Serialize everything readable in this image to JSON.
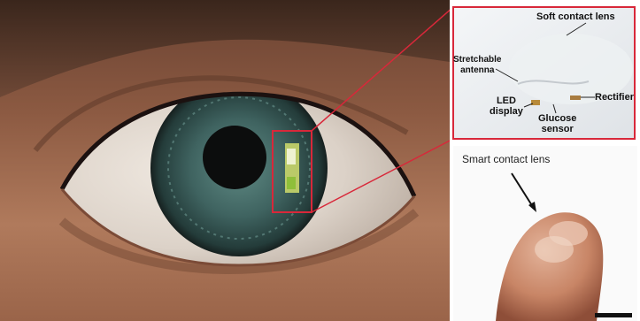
{
  "inset_labels": {
    "soft_contact_lens": "Soft contact lens",
    "stretchable_antenna_line1": "Stretchable",
    "stretchable_antenna_line2": "antenna",
    "led_display_line1": "LED",
    "led_display_line2": "display",
    "rectifier": "Rectifier",
    "glucose_sensor_line1": "Glucose",
    "glucose_sensor_line2": "sensor"
  },
  "photo_label": "Smart contact lens",
  "colors": {
    "highlight_box": "#d8283a",
    "iris": "#3f6360",
    "skin": "#a06a4c",
    "inset_background": "#e9ecef"
  }
}
